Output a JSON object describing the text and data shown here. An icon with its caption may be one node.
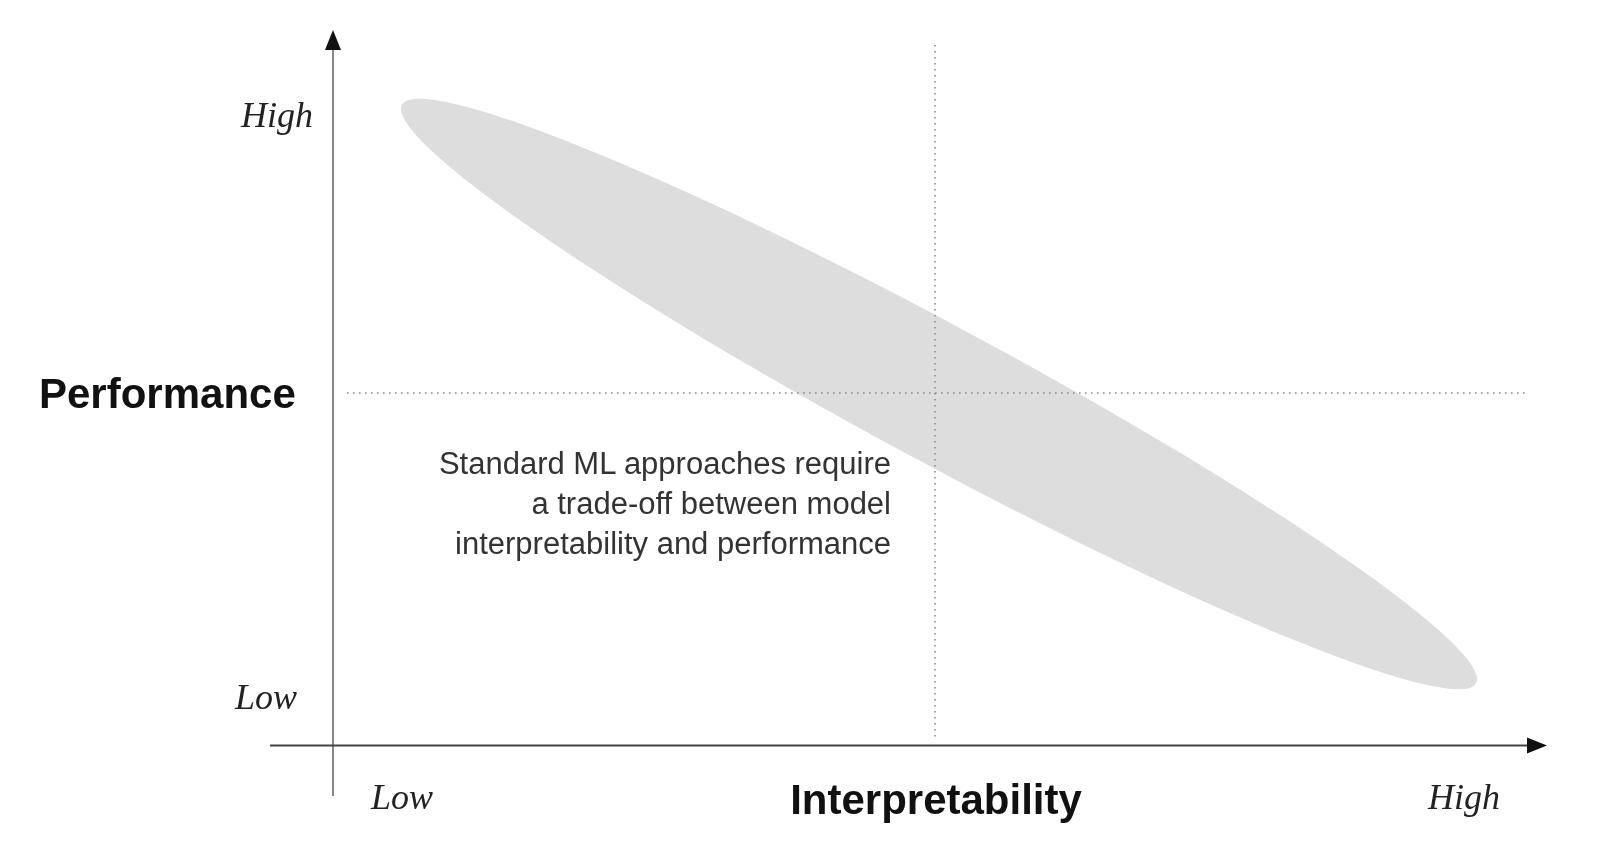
{
  "diagram": {
    "labels": [
      "High",
      "Performance",
      "Standard ML approaches require a trade-off between model interpretability and performance",
      "Low",
      "Low",
      "Interpretability",
      "High"
    ]
  }
}
